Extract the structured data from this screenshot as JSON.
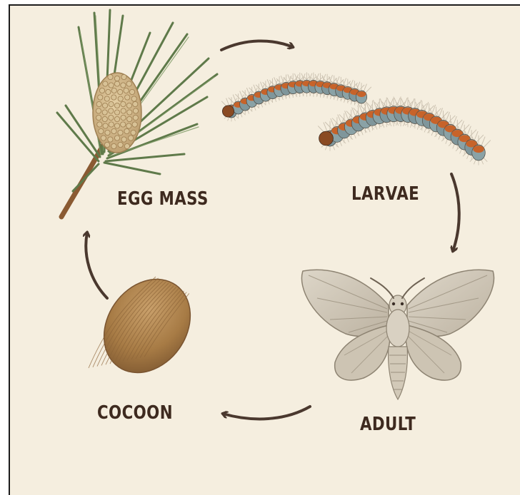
{
  "diagram": {
    "type": "life-cycle",
    "stages": [
      {
        "id": "egg-mass",
        "label": "EGG MASS"
      },
      {
        "id": "larvae",
        "label": "LARVAE"
      },
      {
        "id": "adult",
        "label": "ADULT"
      },
      {
        "id": "cocoon",
        "label": "COCOON"
      }
    ],
    "arrow_order": [
      "egg-mass",
      "larvae",
      "adult",
      "cocoon",
      "egg-mass"
    ]
  },
  "colors": {
    "background": "#f5eedf",
    "text": "#3e2a1f",
    "arrow": "#4a382e",
    "needle": "#5f7a4a",
    "branch": "#8a5a32",
    "egg_cluster": "#d6bc8d",
    "larva_orange": "#c7632a",
    "larva_blue": "#8aa2a6",
    "moth_wing": "#cfc7b8",
    "cocoon": "#b08450"
  }
}
